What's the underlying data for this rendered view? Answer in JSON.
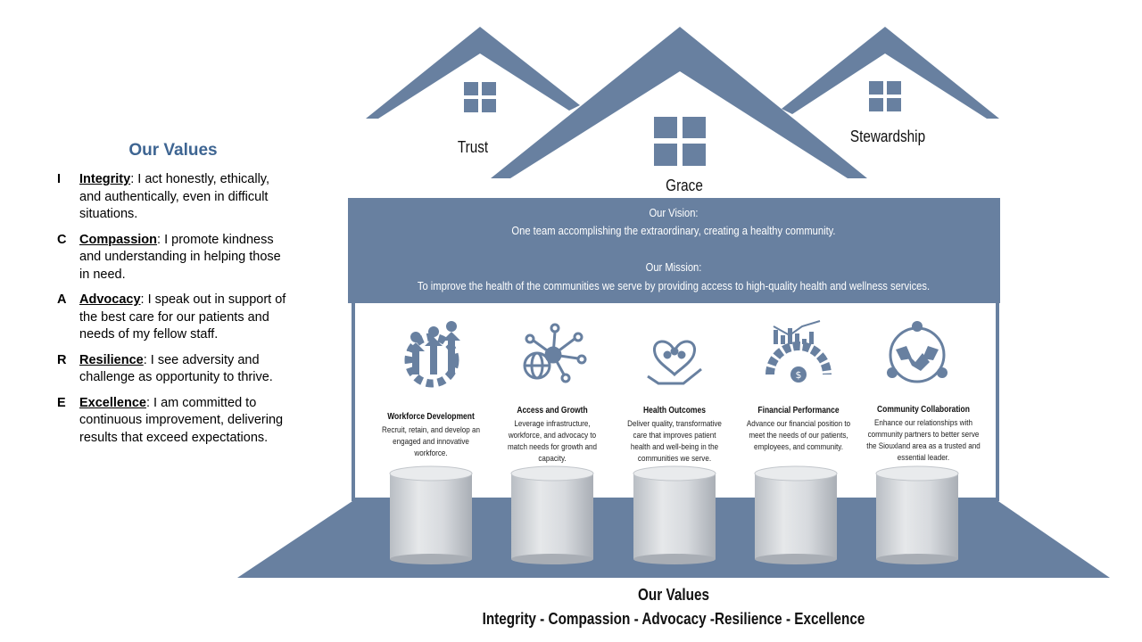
{
  "left": {
    "title": "Our Values",
    "items": [
      {
        "letter": "I",
        "name": "Integrity",
        "text": ": I act honestly, ethically, and authentically, even in difficult situations."
      },
      {
        "letter": "C",
        "name": "Compassion",
        "text": ": I promote kindness and understanding in helping those in need."
      },
      {
        "letter": "A",
        "name": "Advocacy",
        "text": ": I speak out in support of the best care for our patients and needs of my fellow staff."
      },
      {
        "letter": "R",
        "name": "Resilience",
        "text": ": I see adversity and challenge as opportunity to thrive."
      },
      {
        "letter": "E",
        "name": "Excellence",
        "text": ": I am committed to continuous improvement, delivering results that exceed expectations."
      }
    ]
  },
  "roof": {
    "left": "Trust",
    "center": "Grace",
    "right": "Stewardship"
  },
  "banner": {
    "vision_label": "Our Vision:",
    "vision_text": "One team accomplishing the extraordinary, creating a healthy community.",
    "mission_label": "Our Mission:",
    "mission_text": "To improve the health of the communities we serve by providing access to high-quality health and wellness services."
  },
  "pillars": [
    {
      "icon": "workforce-icon",
      "title": "Workforce Development",
      "desc": "Recruit, retain, and develop an engaged and innovative workforce."
    },
    {
      "icon": "network-globe-icon",
      "title": "Access and Growth",
      "desc": "Leverage infrastructure, workforce, and advocacy to match needs for growth and capacity."
    },
    {
      "icon": "heart-hand-icon",
      "title": "Health Outcomes",
      "desc": "Deliver quality, transformative care that improves patient health and well-being in the communities we serve."
    },
    {
      "icon": "financial-gauge-icon",
      "title": "Financial Performance",
      "desc": "Advance our financial position to meet the needs of our patients, employees, and community."
    },
    {
      "icon": "collaboration-icon",
      "title": "Community Collaboration",
      "desc": "Enhance our relationships with community partners to better serve the Siouxland area as a trusted and essential leader."
    }
  ],
  "footer": {
    "title": "Our Values",
    "values": "Integrity - Compassion - Advocacy -Resilience - Excellence"
  },
  "colors": {
    "slate": "#6880A0",
    "accent": "#3E6592",
    "marble": "#D9DCDF"
  }
}
